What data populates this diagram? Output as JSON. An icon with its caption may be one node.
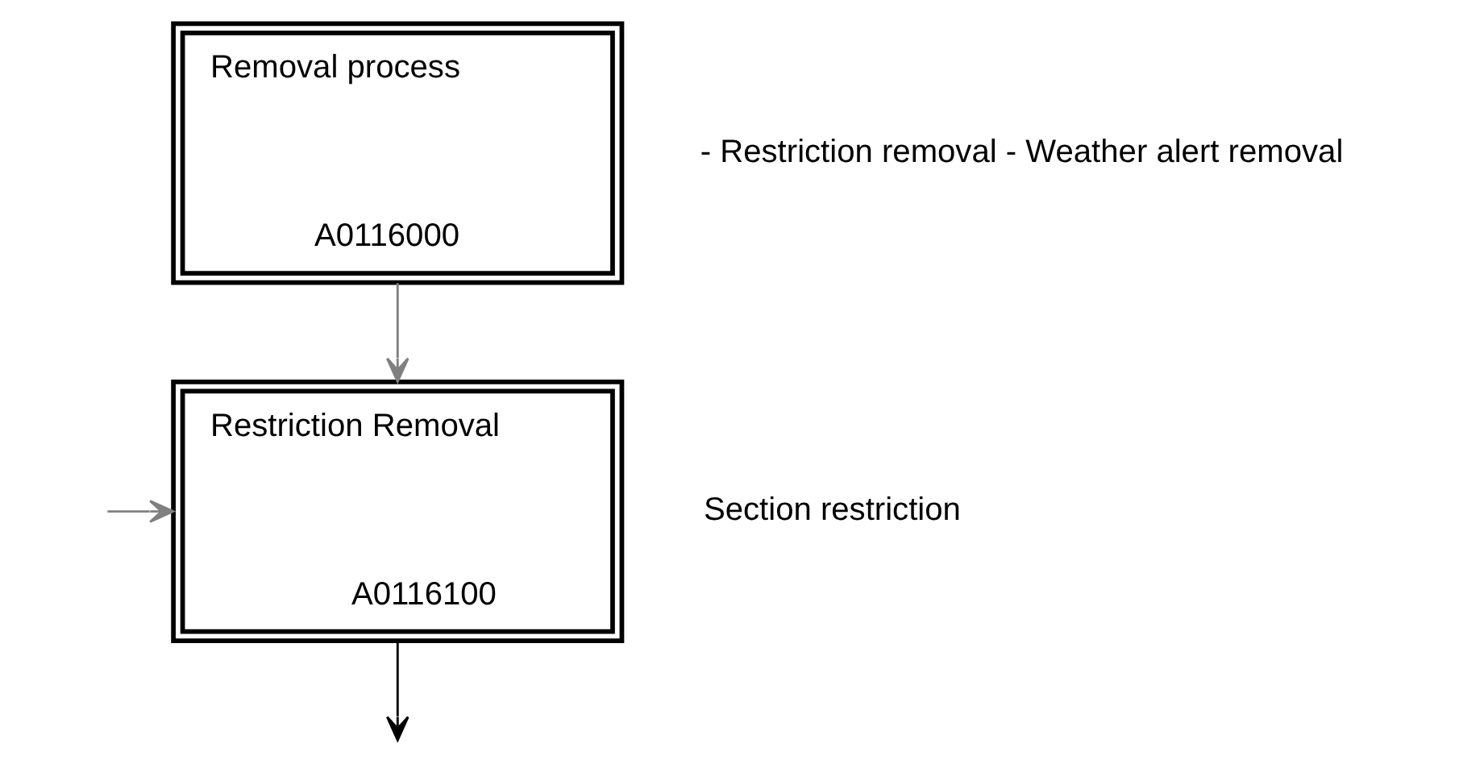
{
  "diagram": {
    "nodes": [
      {
        "text": [
          "Removal process",
          "A0116000"
        ],
        "beside": [
          "- Restriction removal - Weather alert removal"
        ]
      },
      {
        "text": [
          "Restriction Removal",
          "A0116100"
        ],
        "beside": [
          "Section restriction"
        ]
      }
    ],
    "edges": [
      {
        "from": 0,
        "to": 1,
        "arrow": "to",
        "color": "#808080"
      },
      {
        "from": 1,
        "to": null,
        "arrow": "to",
        "color": "#000000"
      },
      {
        "from": null,
        "to": 1,
        "arrow": "to",
        "color": "#808080"
      }
    ]
  }
}
